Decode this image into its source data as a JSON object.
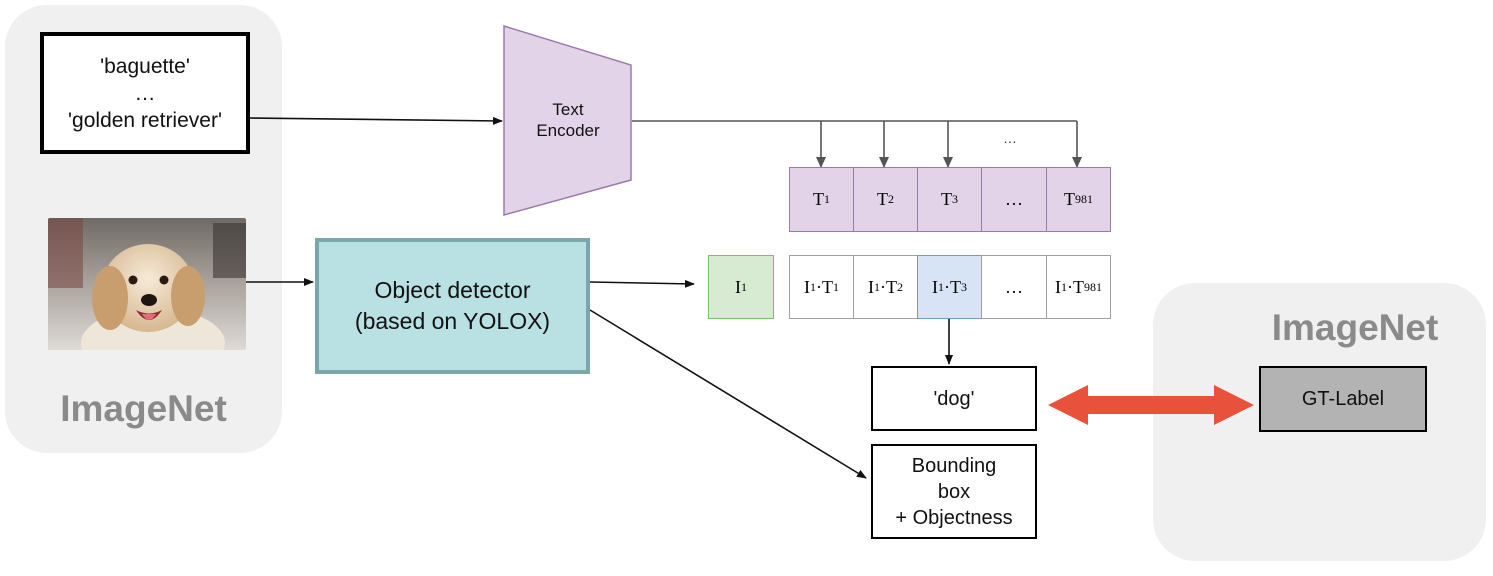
{
  "left_panel": {
    "label": "ImageNet"
  },
  "right_panel": {
    "label": "ImageNet"
  },
  "text_prompts": {
    "first": "'baguette'",
    "ellipsis": "…",
    "last": "'golden retriever'"
  },
  "text_encoder": {
    "line1": "Text",
    "line2": "Encoder"
  },
  "detector": {
    "line1": "Object detector",
    "line2": "(based on YOLOX)"
  },
  "text_embeddings": {
    "cells": [
      {
        "main": "T",
        "sub": "1"
      },
      {
        "main": "T",
        "sub": "2"
      },
      {
        "main": "T",
        "sub": "3"
      },
      {
        "main": "…",
        "sub": ""
      },
      {
        "main": "T",
        "sub": "981"
      }
    ],
    "arrow_ellipsis": "…"
  },
  "image_embedding": {
    "main": "I",
    "sub": "1"
  },
  "similarity": {
    "cells": [
      {
        "a": "I",
        "asub": "1",
        "b": "T",
        "bsub": "1"
      },
      {
        "a": "I",
        "asub": "1",
        "b": "T",
        "bsub": "2"
      },
      {
        "a": "I",
        "asub": "1",
        "b": "T",
        "bsub": "3"
      },
      {
        "ellipsis": "…"
      },
      {
        "a": "I",
        "asub": "1",
        "b": "T",
        "bsub": "981"
      }
    ],
    "highlighted_index": 2
  },
  "prediction": {
    "label": "'dog'"
  },
  "bbox_output": {
    "line1": "Bounding",
    "line2": "box",
    "line3": "+ Objectness"
  },
  "gt_label": {
    "label": "GT-Label"
  },
  "colors": {
    "panel": "#f0f0f0",
    "encoder": "#e2d3e8",
    "detector": "#b9e0e3",
    "image_embedding": "#d7ebd2",
    "highlight": "#d6e4f6",
    "compare_arrow": "#e8513b",
    "gt_box": "#b3b3b3"
  }
}
